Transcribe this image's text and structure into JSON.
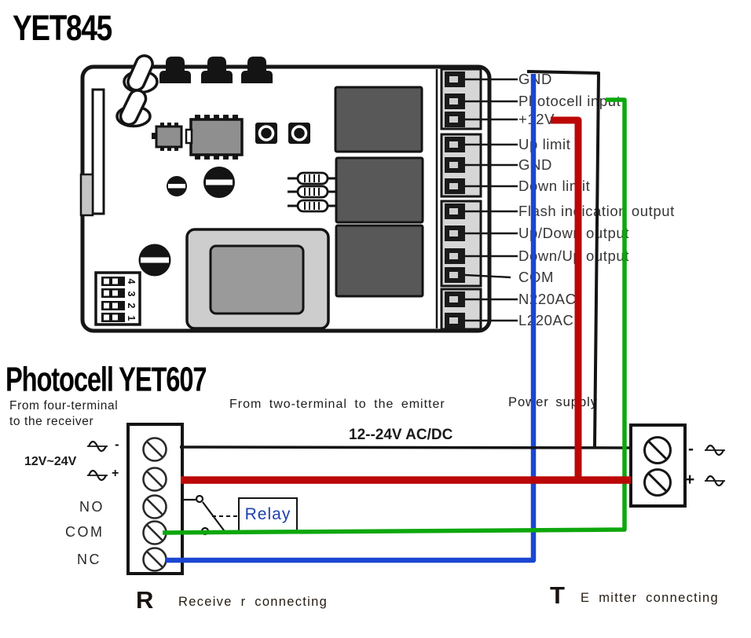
{
  "titles": {
    "board": "YET845",
    "photocell": "Photocell YET607"
  },
  "board": {
    "terminals": [
      {
        "label": "GND"
      },
      {
        "label": "Photocell input"
      },
      {
        "label": "+12V"
      },
      {
        "label": "Up limit"
      },
      {
        "label": "GND"
      },
      {
        "label": "Down limit"
      },
      {
        "label": "Flash indication output"
      },
      {
        "label": "Up/Down output"
      },
      {
        "label": "Down/Up output"
      },
      {
        "label": "COM"
      },
      {
        "label": "N220AC"
      },
      {
        "label": "L220AC"
      }
    ],
    "dip_labels": [
      "4",
      "3",
      "2",
      "1"
    ]
  },
  "photocell": {
    "note_line1": "From four-terminal",
    "note_line2": "to the  receiver",
    "emitter_note": "From two-terminal to the emitter",
    "voltage": "12V~24V",
    "minus": "-",
    "plus": "+",
    "rows": [
      "NO",
      "COM",
      "NC"
    ],
    "relay": "Relay"
  },
  "power": {
    "label": "Power supply",
    "rating": "12--24V AC/DC",
    "minus": "-",
    "plus": "+"
  },
  "captions": {
    "receiver_letter": "R",
    "receiver_text": "Receive r connecting",
    "emitter_letter": "T",
    "emitter_text": "E mitter connecting"
  },
  "icons": {
    "screw_terminal": "circle-with-slash",
    "ac_source": "sine-wave",
    "flat_screw": "circle-with-slot"
  },
  "colors": {
    "wire_red": "#bb0707",
    "wire_green": "#0da70d",
    "wire_blue": "#1a46d2",
    "wire_black": "#141414",
    "relay_text": "#1d41ae"
  }
}
